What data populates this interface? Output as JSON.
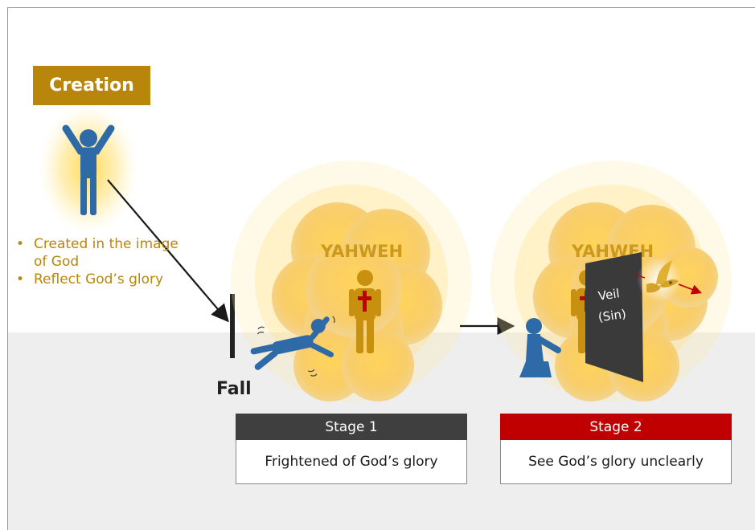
{
  "creation": {
    "label": "Creation"
  },
  "creation_points": [
    "Created in the image of God",
    "Reflect God’s glory"
  ],
  "fall": {
    "label": "Fall"
  },
  "glory_cloud_1": {
    "name": "YAHWEH"
  },
  "glory_cloud_2": {
    "name": "YAHWEH"
  },
  "veil": {
    "line1": "Veil",
    "line2": "(Sin)"
  },
  "stages": [
    {
      "title": "Stage 1",
      "description": "Frightened of God’s glory"
    },
    {
      "title": "Stage 2",
      "description": "See God’s glory unclearly"
    }
  ],
  "colors": {
    "gold": "#b8860b",
    "person_blue": "#2f6aa8",
    "stage1": "#3f3f3f",
    "stage2": "#c00000",
    "cross": "#c00000",
    "veil": "#3a3a3a"
  },
  "icons": [
    "person-arms-raised-icon",
    "fallen-person-icon",
    "kneeling-person-icon",
    "god-figure-icon",
    "cross-icon",
    "dove-icon",
    "barrier-icon"
  ]
}
